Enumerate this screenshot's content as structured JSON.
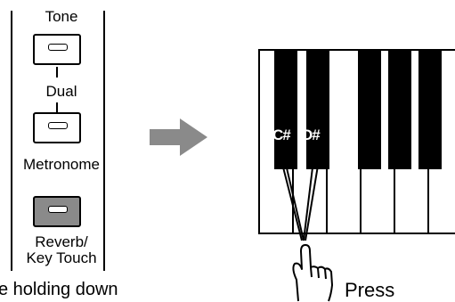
{
  "panel": {
    "tone_label": "Tone",
    "dual_label": "Dual",
    "metronome_label": "Metronome",
    "reverb_label_line1": "Reverb/",
    "reverb_label_line2": "Key Touch"
  },
  "keyboard": {
    "key_label_1": "C#",
    "key_label_2": "D#"
  },
  "press_label": "Press",
  "footer_text": "e holding down"
}
